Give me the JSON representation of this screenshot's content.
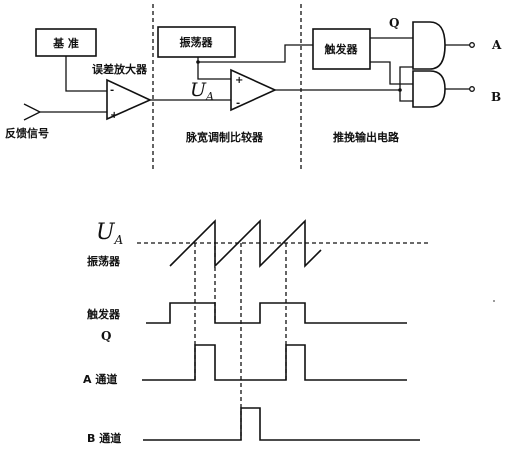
{
  "schematic": {
    "reference_block": "基 准",
    "oscillator_block": "振荡器",
    "trigger_block": "触发器",
    "error_amp_label": "误差放大器",
    "feedback_label": "反馈信号",
    "ua_main": "U",
    "ua_sub": "A",
    "pwm_label": "脉宽调制比较器",
    "pushpull_label": "推挽输出电路",
    "q_label": "Q",
    "out_a": "A",
    "out_b": "B",
    "minus": "-",
    "plus": "+"
  },
  "timing": {
    "ua_main": "U",
    "ua_sub": "A",
    "oscillator_label": "振荡器",
    "trigger_label": "触发器",
    "q_label": "Q",
    "a_channel_label": "A 通道",
    "b_channel_label": "B 通道"
  }
}
